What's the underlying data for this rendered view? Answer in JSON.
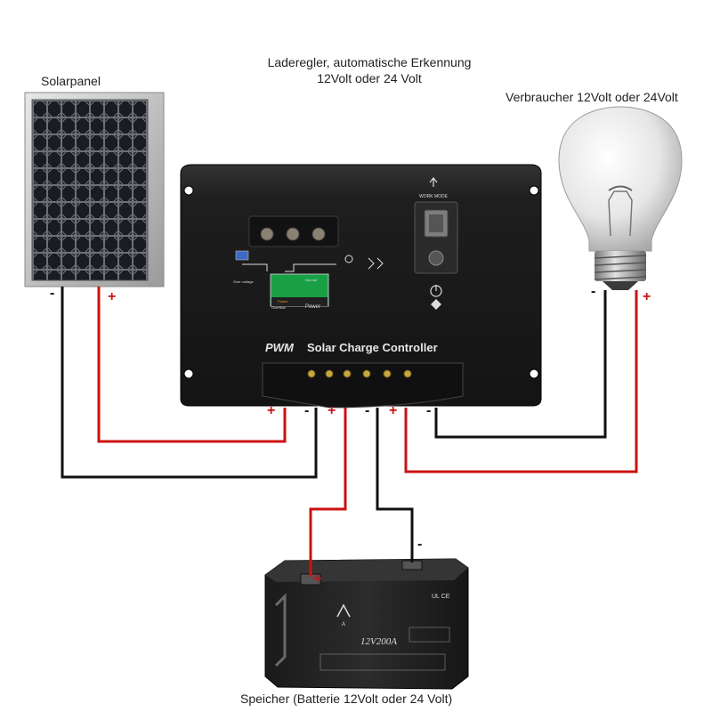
{
  "labels": {
    "solar_panel": "Solarpanel",
    "controller_title_line1": "Laderegler, automatische Erkennung",
    "controller_title_line2": "12Volt oder 24 Volt",
    "load": "Verbraucher 12Volt oder 24Volt",
    "battery": "Speicher (Batterie 12Volt oder 24 Volt)"
  },
  "controller": {
    "brand": "PWM",
    "product": "Solar Charge Controller",
    "work_mode": "WORK MODE",
    "power": "Power",
    "overflow": "Overflow",
    "normal": "Normal",
    "over_voltage": "Over voltage"
  },
  "battery": {
    "model": "12V200A",
    "brand_mark": "A"
  },
  "polarity": {
    "plus": "+",
    "minus": "-"
  },
  "colors": {
    "positive_wire": "#cc1111",
    "negative_wire": "#111111",
    "controller_body": "#1c1c1c",
    "battery_body": "#222222"
  }
}
